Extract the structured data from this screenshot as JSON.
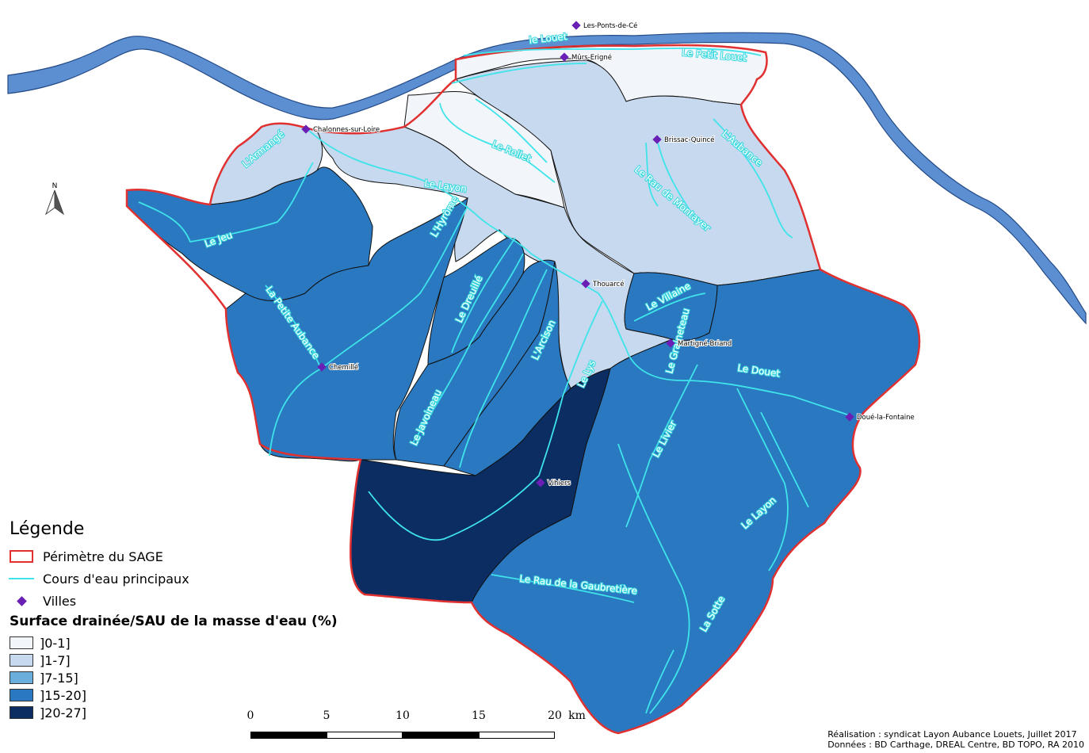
{
  "towns": [
    {
      "name": "Les-Ponts-de-Cé"
    },
    {
      "name": "Mûrs-Erigné"
    },
    {
      "name": "Chalonnes-sur-Loire"
    },
    {
      "name": "Brissac-Quincé"
    },
    {
      "name": "Thouarcé"
    },
    {
      "name": "Martigné-Briand"
    },
    {
      "name": "Chemillé"
    },
    {
      "name": "Doué-la-Fontaine"
    },
    {
      "name": "Vihiers"
    }
  ],
  "rivers": [
    {
      "name": "le Louet"
    },
    {
      "name": "Le Petit Louet"
    },
    {
      "name": "L'Armangé"
    },
    {
      "name": "Le Rollet"
    },
    {
      "name": "L'Aubance"
    },
    {
      "name": "Le Rau de Montayer"
    },
    {
      "name": "Le Layon"
    },
    {
      "name": "Le Jeu"
    },
    {
      "name": "L'Hyrôme"
    },
    {
      "name": "La Petite Aubance"
    },
    {
      "name": "Le Dreuillé"
    },
    {
      "name": "Le Villaine"
    },
    {
      "name": "Le Javoineau"
    },
    {
      "name": "L'Arcison"
    },
    {
      "name": "Le Lys"
    },
    {
      "name": "Le Douet"
    },
    {
      "name": "Le Graineteau"
    },
    {
      "name": "Le Livier"
    },
    {
      "name": "Le Layon"
    },
    {
      "name": "Le Rau de la Gaubretière"
    },
    {
      "name": "La Sotte"
    }
  ],
  "north_arrow": {
    "label": "N"
  },
  "legend": {
    "title": "Légende",
    "items": [
      {
        "label": "Périmètre du SAGE",
        "icon": "red-outline-rect-icon"
      },
      {
        "label": "Cours d'eau principaux",
        "icon": "cyan-line-icon"
      },
      {
        "label": "Villes",
        "icon": "purple-diamond-icon"
      }
    ],
    "classes_title": "Surface drainée/SAU de la masse d'eau (%)",
    "classes": [
      {
        "label": "]0-1]",
        "color": "#f2f6fb"
      },
      {
        "label": "]1-7]",
        "color": "#c6d9ee"
      },
      {
        "label": "]7-15]",
        "color": "#6aaedb"
      },
      {
        "label": "]15-20]",
        "color": "#2a78bf"
      },
      {
        "label": "]20-27]",
        "color": "#0b2d62"
      }
    ]
  },
  "scale_bar": {
    "ticks": [
      "0",
      "5",
      "10",
      "15",
      "20"
    ],
    "unit": "km"
  },
  "credits": {
    "line1": "Réalisation : syndicat Layon Aubance Louets, Juillet 2017",
    "line2": "Données : BD Carthage, DREAL Centre, BD TOPO, RA 2010"
  },
  "colors": {
    "loire": "#5b8fd2",
    "perimeter": "#e03030",
    "river": "#3fe4ea",
    "town": "#6a1fb5"
  }
}
